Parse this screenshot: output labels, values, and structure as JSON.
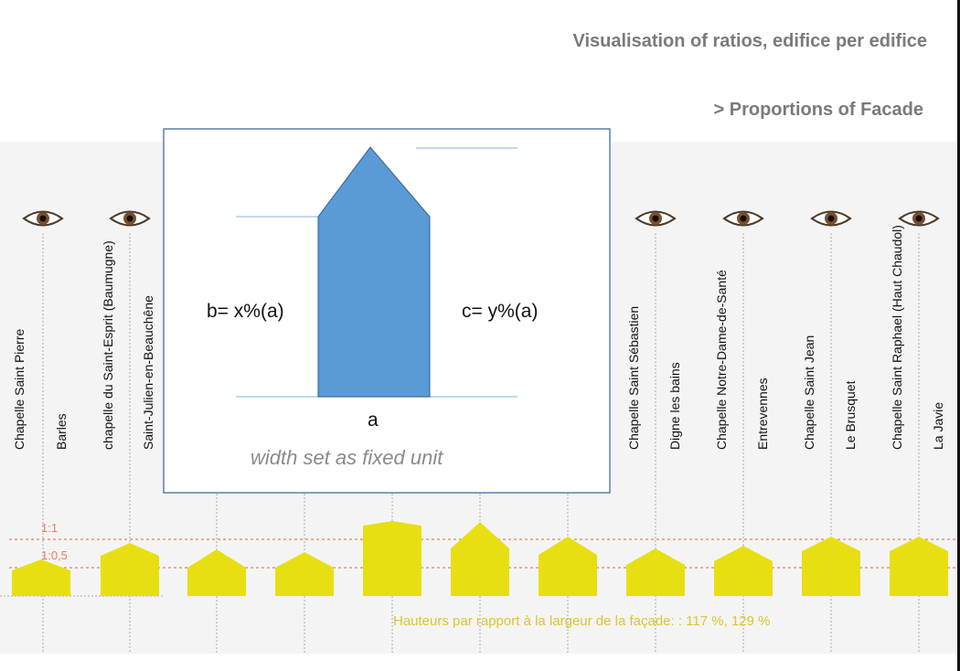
{
  "header": {
    "title": "Visualisation of ratios, edifice per edifice",
    "subtitle": "> Proportions of Facade"
  },
  "legend_box": {
    "label_b": "b= x%(a)",
    "label_c": "c= y%(a)",
    "label_a": "a",
    "caption": "width set as fixed unit",
    "shape_color": "#5b9bd5"
  },
  "guides": [
    {
      "label": "1:1",
      "ratio": 1.0
    },
    {
      "label": "1:0,5",
      "ratio": 0.5
    }
  ],
  "chapels": [
    "Chapelle Saint Pierre",
    "Barles",
    "chapelle du Saint-Esprit (Baumugne)",
    "Saint-Julien-en-Beauchêne",
    "Chapelle Saint Sébastien",
    "Digne les bains",
    "Chapelle Notre-Dame-de-Santé",
    "Entrevennes",
    "Chapelle Saint Jean",
    "Le Brusquet",
    "Chapelle Saint Raphael (Haut Chaudol)",
    "La Javie"
  ],
  "facade_color": "#e8df12",
  "footnote": "Hauteurs par rapport à la largeur de la façade: : 117 %, 129 %",
  "icons": {
    "eye": "eye-icon"
  }
}
